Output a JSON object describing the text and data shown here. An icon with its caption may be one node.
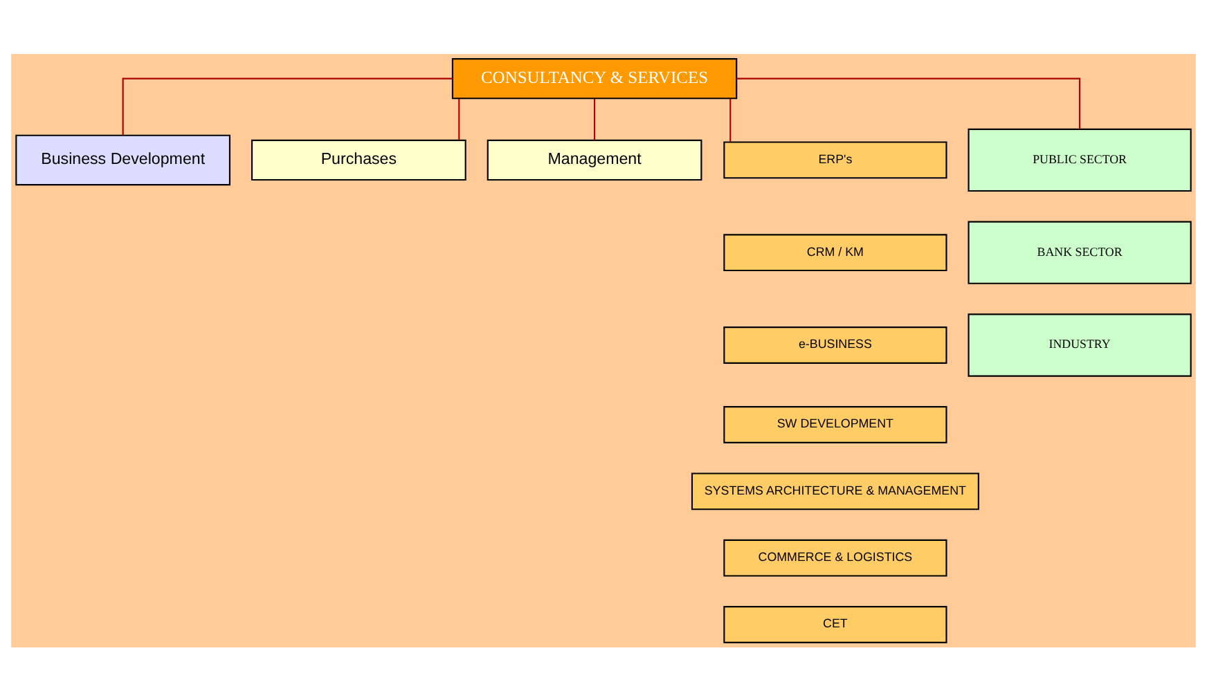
{
  "diagram": {
    "nodes": [
      {
        "text": [
          "CONSULTANCY & SERVICES"
        ]
      },
      {
        "text": [
          "Business Development"
        ]
      },
      {
        "text": [
          "Purchases"
        ]
      },
      {
        "text": [
          "Management"
        ]
      },
      {
        "text": [
          "ERP's"
        ]
      },
      {
        "text": [
          "CRM / KM"
        ]
      },
      {
        "text": [
          "e-BUSINESS"
        ]
      },
      {
        "text": [
          "SW DEVELOPMENT"
        ]
      },
      {
        "text": [
          "SYSTEMS ARCHITECTURE & MANAGEMENT"
        ]
      },
      {
        "text": [
          "COMMERCE & LOGISTICS"
        ]
      },
      {
        "text": [
          "CET"
        ]
      },
      {
        "text": [
          "PUBLIC SECTOR"
        ]
      },
      {
        "text": [
          "BANK SECTOR"
        ]
      },
      {
        "text": [
          "INDUSTRY"
        ]
      }
    ],
    "edges": [
      {
        "from": 0,
        "to": 1,
        "arrow": "none"
      },
      {
        "from": 0,
        "to": 2,
        "arrow": "none"
      },
      {
        "from": 0,
        "to": 3,
        "arrow": "none"
      },
      {
        "from": 0,
        "to": 4,
        "arrow": "none"
      },
      {
        "from": 0,
        "to": 11,
        "arrow": "none"
      }
    ]
  }
}
